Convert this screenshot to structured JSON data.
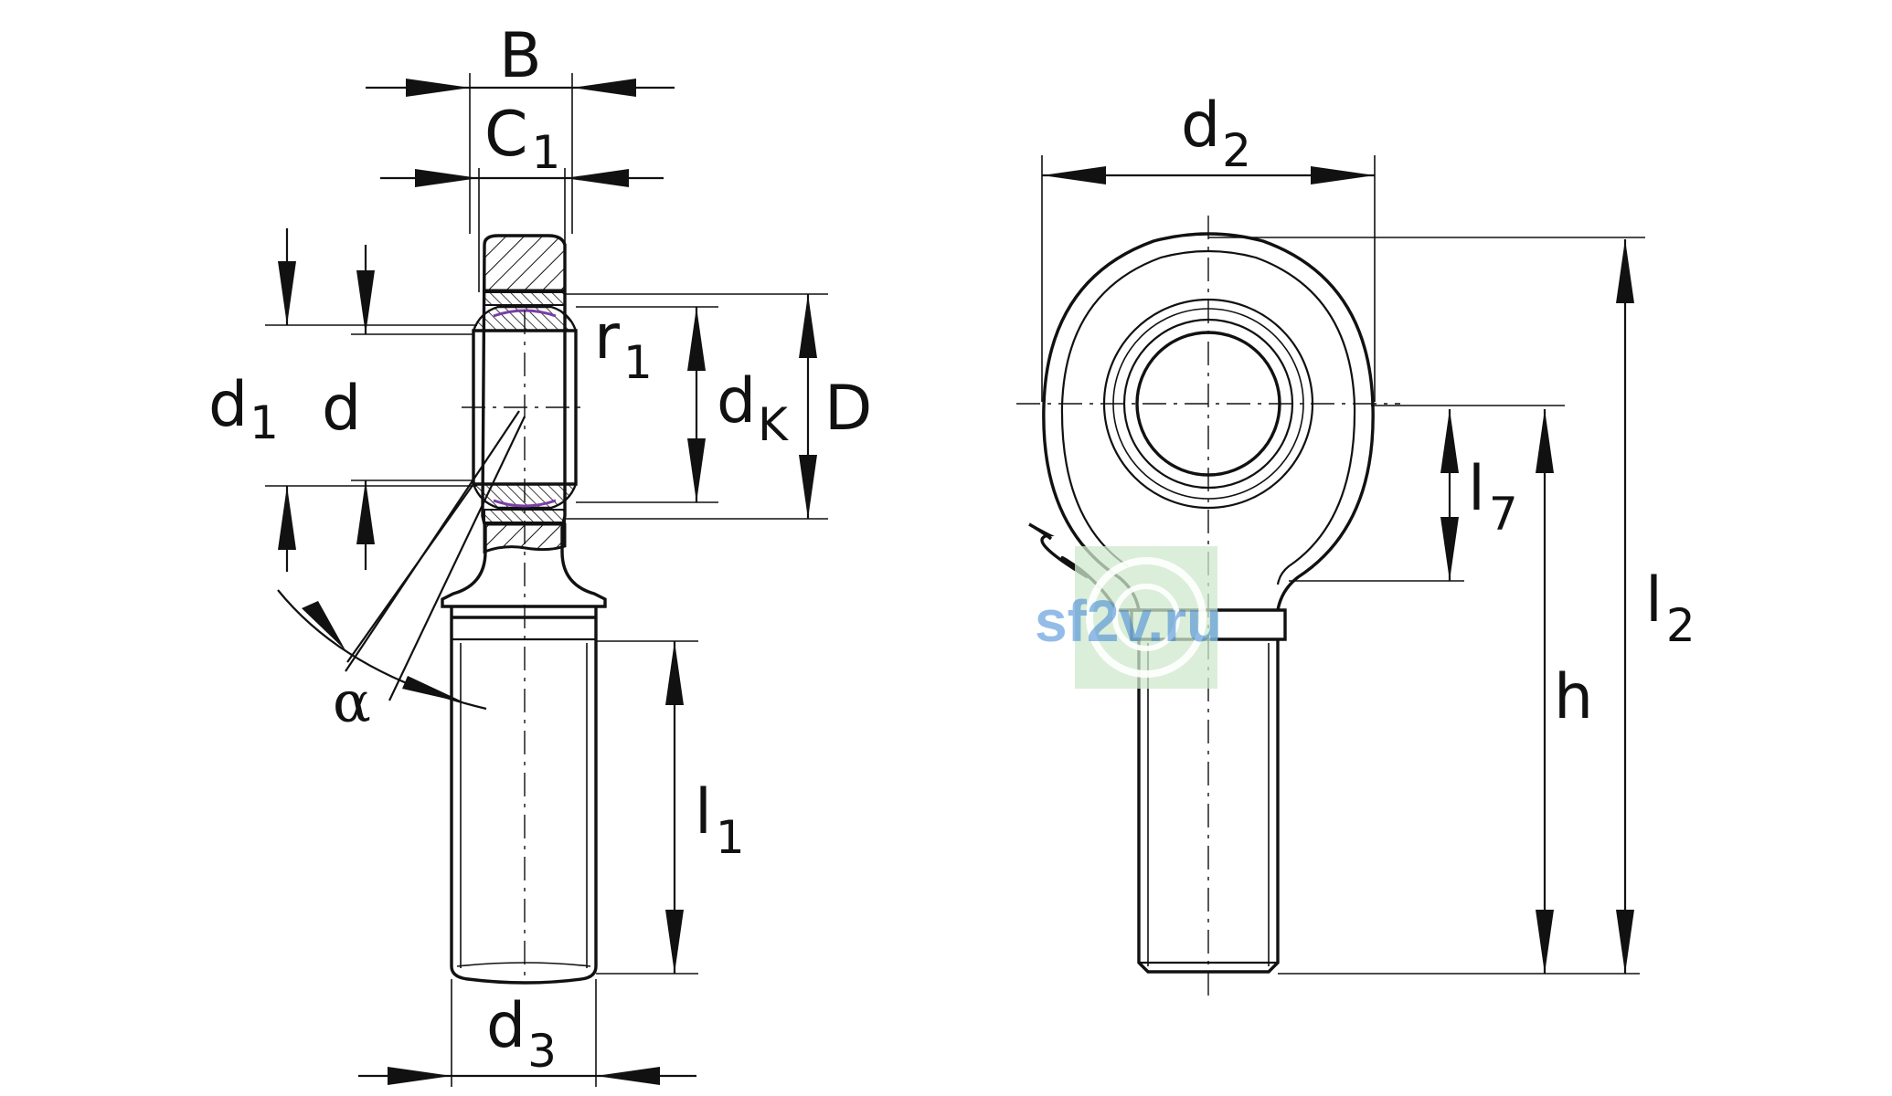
{
  "labels": {
    "B": "B",
    "C1": {
      "main": "C",
      "sub": "1"
    },
    "d1": {
      "main": "d",
      "sub": "1"
    },
    "d": "d",
    "r1": {
      "main": "r",
      "sub": "1"
    },
    "dK": {
      "main": "d",
      "sub": "K"
    },
    "D": "D",
    "alpha": "α",
    "l1": {
      "main": "l",
      "sub": "1"
    },
    "d3": {
      "main": "d",
      "sub": "3"
    },
    "d2": {
      "main": "d",
      "sub": "2"
    },
    "l7": {
      "main": "l",
      "sub": "7"
    },
    "h": "h",
    "l2": {
      "main": "l",
      "sub": "2"
    }
  },
  "watermark": {
    "text": "sf2v.ru",
    "color": "#3d86d6",
    "box_color": "#cfe8cc"
  }
}
